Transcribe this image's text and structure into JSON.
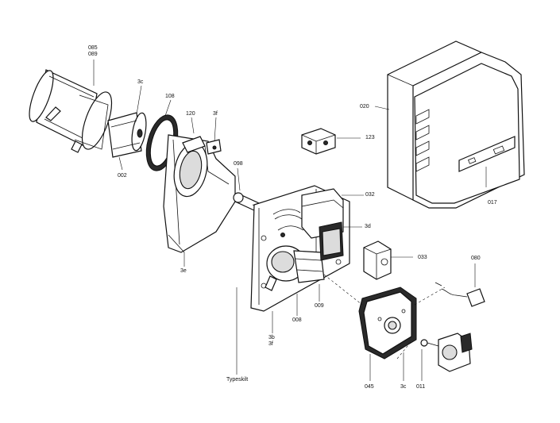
{
  "callouts": {
    "c085": "085",
    "c089": "089",
    "c3c_top": "3c",
    "c108": "108",
    "c120": "120",
    "c3f_top": "3f",
    "c002": "002",
    "c098": "098",
    "c020": "020",
    "c123": "123",
    "c032": "032",
    "c017": "017",
    "c3d": "3d",
    "c033": "033",
    "c080": "080",
    "c3e": "3e",
    "c009": "009",
    "c008": "008",
    "c3b": "3b",
    "c3f_bottom": "3f",
    "c045": "045",
    "c3c_bottom": "3c",
    "c011": "011",
    "typeskilt": "Typeskilt"
  }
}
